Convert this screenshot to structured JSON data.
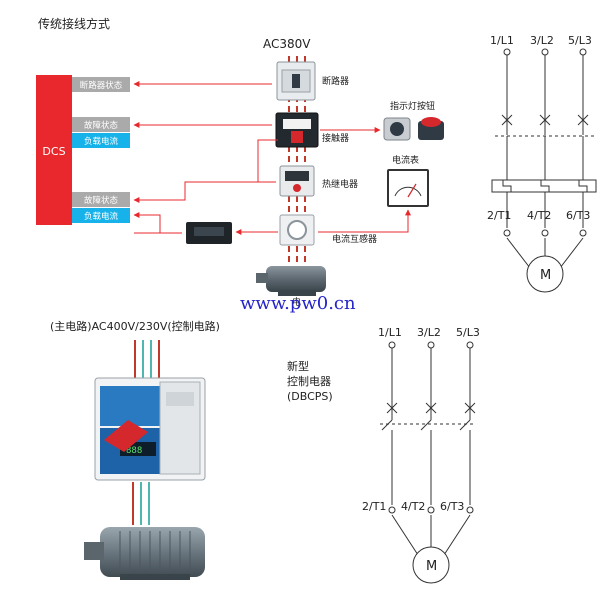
{
  "top": {
    "title": "传统接线方式",
    "supply": "AC380V",
    "dcs": {
      "label": "DCS",
      "breaker_status": "断路器状态",
      "fault_status_1": "故障状态",
      "load_current_1": "负载电流",
      "fault_status_2": "故障状态",
      "load_current_2": "负载电流"
    },
    "components": {
      "breaker": "断路器",
      "indicator_button": "指示灯按钮",
      "contactor": "接触器",
      "ammeter": "电流表",
      "thermal_relay": "热继电器",
      "current_transformer": "电流互感器",
      "motor_caption": "电"
    }
  },
  "watermark": "www.pw0.cn",
  "bottom": {
    "supply": "(主电路)AC400V/230V(控制电路)",
    "new_type_1": "新型",
    "new_type_2": "控制电器",
    "new_type_3": "(DBCPS)"
  },
  "schematic_top": {
    "terminals_in": [
      "1/L1",
      "3/L2",
      "5/L3"
    ],
    "terminals_out": [
      "2/T1",
      "4/T2",
      "6/T3"
    ],
    "motor": "M"
  },
  "schematic_bottom": {
    "terminals_in": [
      "1/L1",
      "3/L2",
      "5/L3"
    ],
    "terminals_out": [
      "2/T1",
      "4/T2",
      "6/T3"
    ],
    "motor": "M"
  },
  "colors": {
    "dcs_red": "#e8282c",
    "status_grey": "#aaaaaa",
    "current_cyan": "#17b2ea",
    "arrow_red": "#e8282c",
    "wire_red": "#c0392b",
    "wire_teal": "#4fb6b0"
  }
}
